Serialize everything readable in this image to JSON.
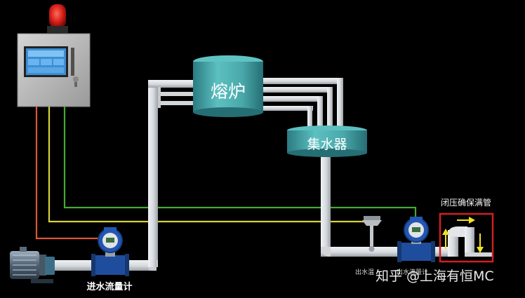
{
  "labels": {
    "furnace": "熔炉",
    "collector": "集水器",
    "inlet_meter": "进水流量计",
    "pressure_pipe": "闭压确保满管",
    "outlet_meter_partial": "出水温",
    "outlet_meter_partial2": "出水流量计"
  },
  "watermark": {
    "text": "知乎 @上海有恒MC"
  },
  "colors": {
    "background": "#000000",
    "pipe": "#d9dcdf",
    "pipe_shadow": "#a4a8ad",
    "tank_teal": "#4fb0b1",
    "tank_dark": "#2f7f86",
    "cabinet": "#b9b9b9",
    "screen": "#4ea7e6",
    "alarm": "#d91c1c",
    "wire_red": "#d9563b",
    "wire_yellow": "#d8d23a",
    "wire_green": "#47a73a",
    "meter_blue": "#1f4d9e",
    "highlight_box": "#d11f1f",
    "arrow_yellow": "#f1e31d"
  }
}
